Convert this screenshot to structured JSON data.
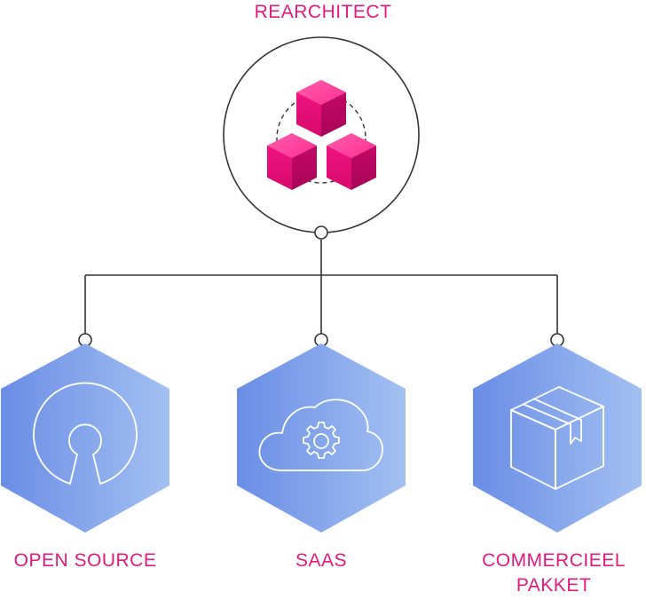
{
  "title": "REARCHITECT",
  "options": [
    {
      "label": "OPEN SOURCE",
      "icon": "open-source-keyhole-icon"
    },
    {
      "label": "SAAS",
      "icon": "cloud-gear-icon"
    },
    {
      "label": "COMMERCIEEL PAKKET",
      "icon": "package-box-icon"
    }
  ],
  "center_icon": "stacked-cubes-icon",
  "colors": {
    "accent": "#e6197e",
    "hex_start": "#6a8de6",
    "hex_end": "#9fbdf0",
    "line": "#333333"
  }
}
